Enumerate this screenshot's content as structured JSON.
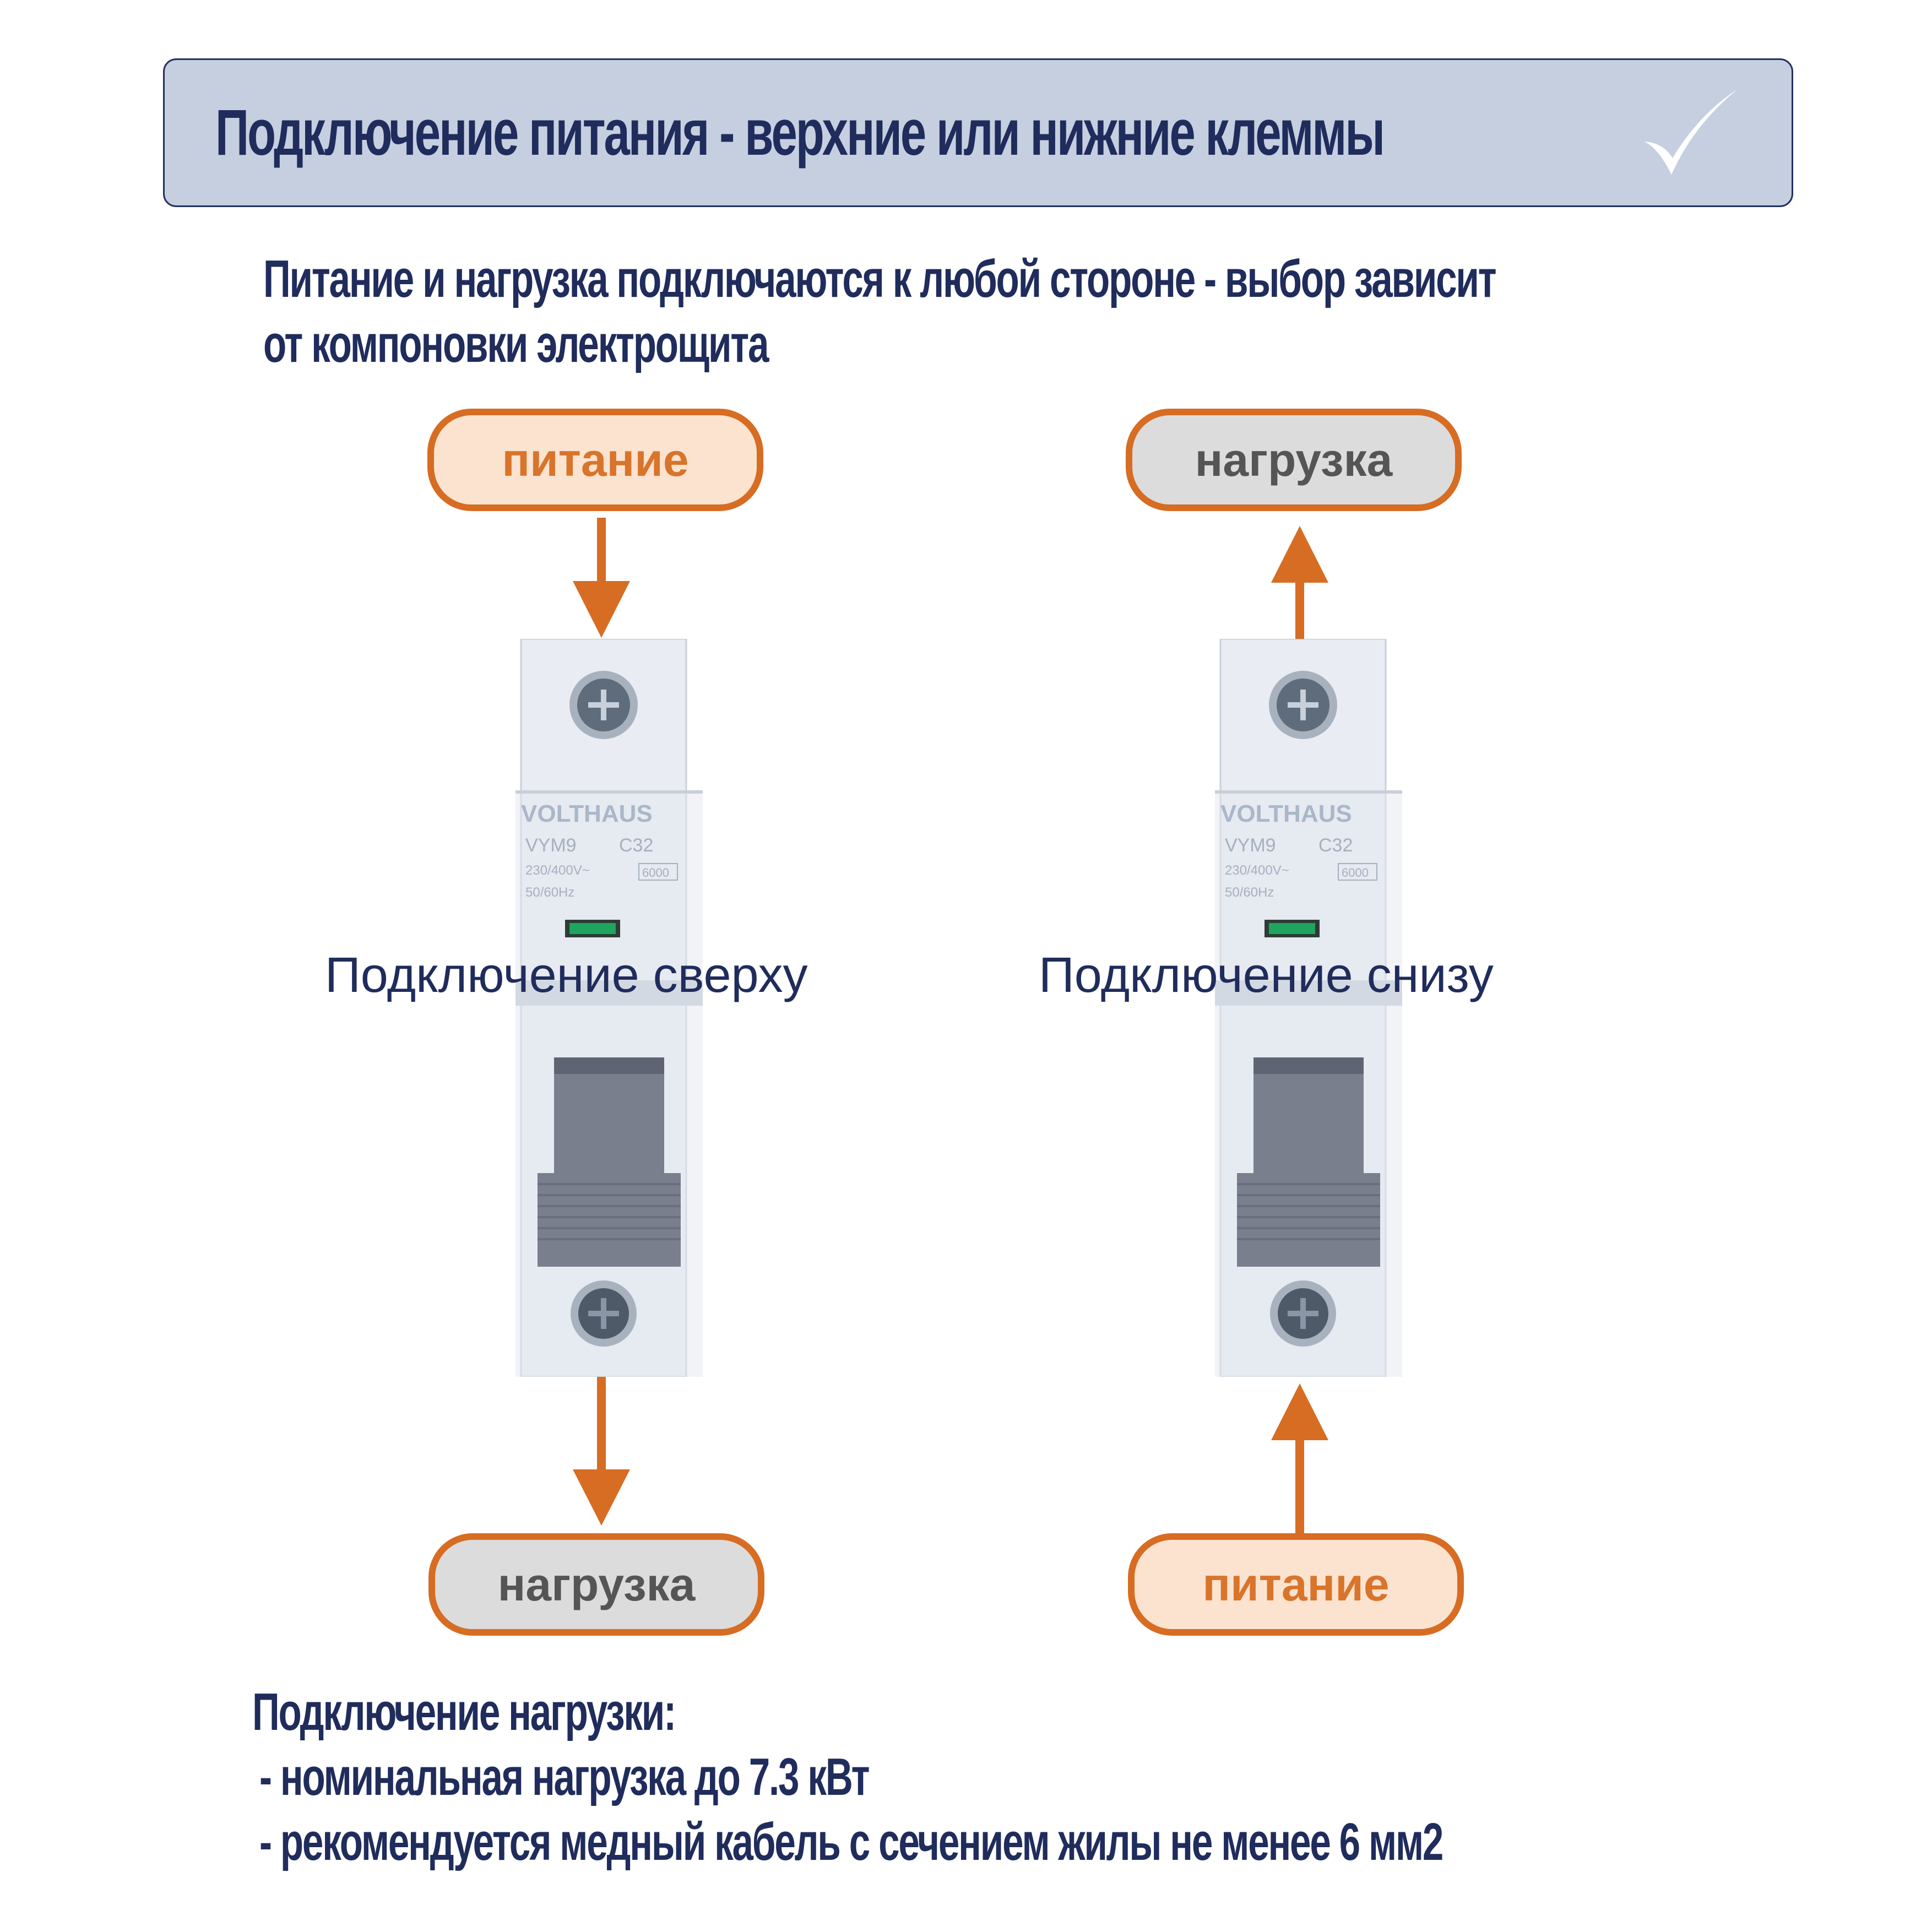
{
  "header": {
    "title": "Подключение питания - верхние или нижние клеммы",
    "icon": "check-icon"
  },
  "subtitle": {
    "line1": "Питание и нагрузка подключаются к любой стороне - выбор зависит",
    "line2": "от компоновки электрощита"
  },
  "left": {
    "top_label": "питание",
    "bottom_label": "нагрузка",
    "caption": "Подключение сверху"
  },
  "right": {
    "top_label": "нагрузка",
    "bottom_label": "питание",
    "caption": "Подключение снизу"
  },
  "breaker": {
    "brand": "VOLTHAUS",
    "model": "VYM9",
    "rating": "C32",
    "voltage": "230/400V~",
    "frequency": "50/60Hz",
    "breaking_capacity": "6000"
  },
  "notes": {
    "title": "Подключение нагрузки:",
    "items": [
      "- номинальная нагрузка до 7.3 кВт",
      "- рекомендуется медный кабель с сечением жилы не менее 6 мм2"
    ]
  },
  "colors": {
    "navy": "#1f2c5c",
    "header_bg": "#c5cfe0",
    "orange": "#d76c23",
    "supply_fill": "#fbe3cf",
    "load_fill": "#dcdcdc",
    "breaker_body": "#e9edf3",
    "handle": "#7a7f8e"
  }
}
